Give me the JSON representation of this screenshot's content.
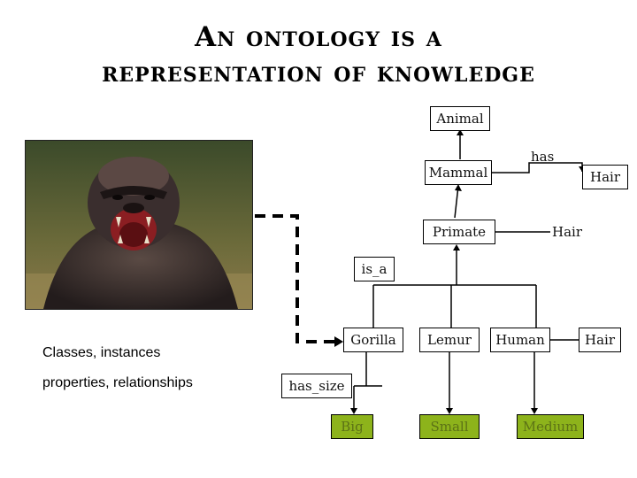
{
  "title": {
    "line1": "An ontology is a",
    "line2": "representation of knowledge"
  },
  "nodes": {
    "animal": "Animal",
    "mammal": "Mammal",
    "primate": "Primate",
    "gorilla": "Gorilla",
    "lemur": "Lemur",
    "human": "Human",
    "big": "Big",
    "small": "Small",
    "medium": "Medium",
    "hair_mammal": "Hair",
    "hair_primate": "Hair",
    "hair_human": "Hair"
  },
  "relations": {
    "has": "has",
    "is_a": "is_a",
    "has_size": "has_size"
  },
  "notes": {
    "line1": "Classes, instances",
    "line2": "properties, relationships"
  },
  "colors": {
    "size_fill": "#8db31b",
    "size_text": "#5c7216"
  },
  "icons": {
    "photo": "gorilla-photo"
  }
}
